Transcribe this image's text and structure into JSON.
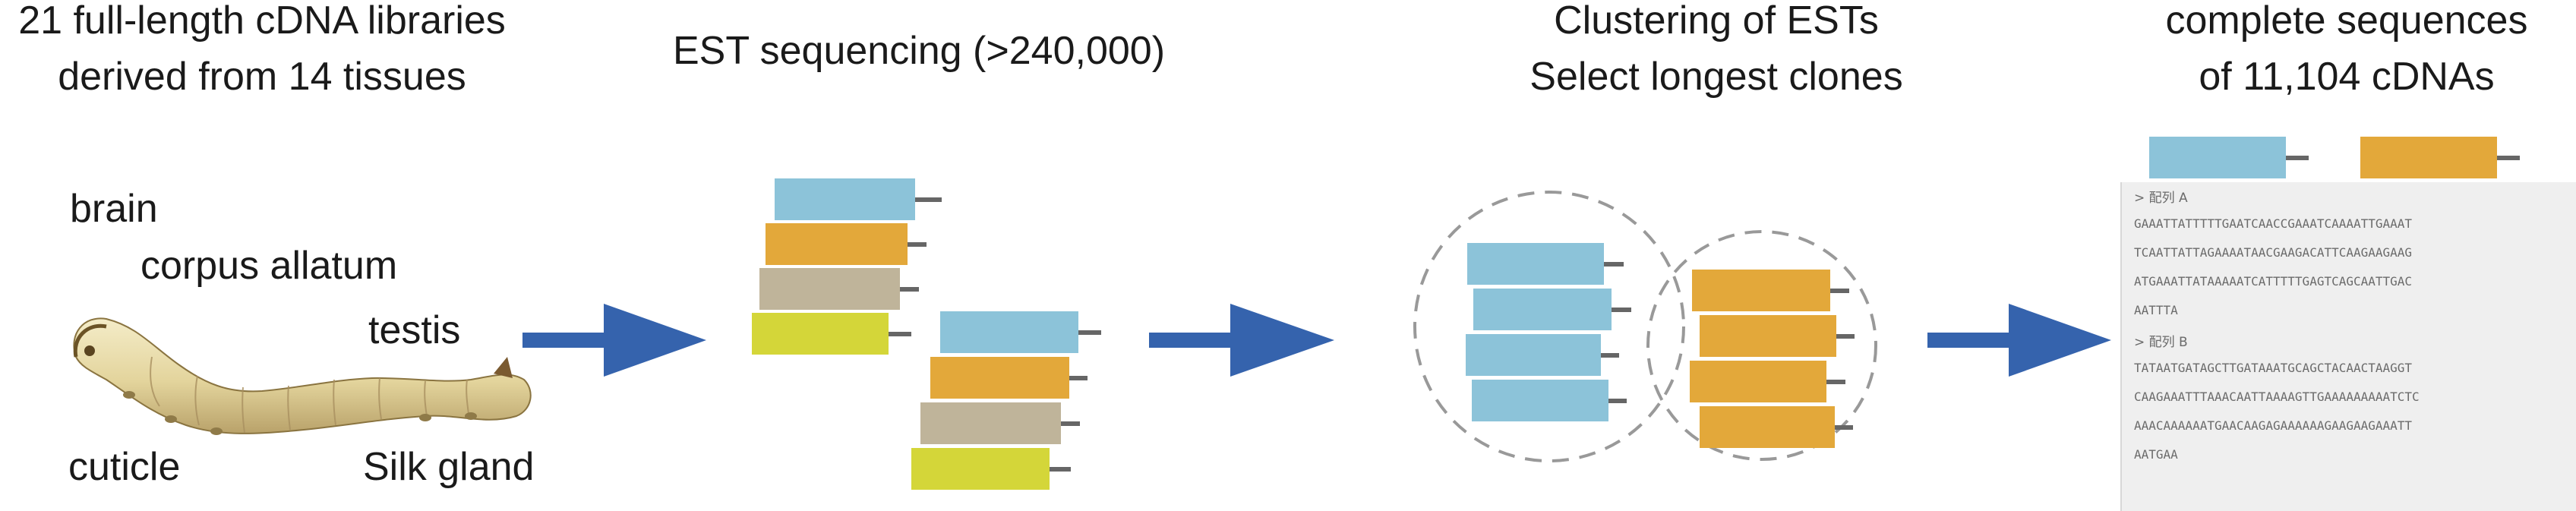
{
  "steps": [
    {
      "title_lines": [
        "21 full-length cDNA libraries",
        "derived from 14 tissues"
      ]
    },
    {
      "title_lines": [
        "EST sequencing (>240,000)"
      ]
    },
    {
      "title_lines": [
        "Clustering of ESTs",
        "Select longest clones"
      ]
    },
    {
      "title_lines": [
        "complete sequences",
        "of 11,104 cDNAs"
      ]
    }
  ],
  "tissues": [
    "brain",
    "corpus allatum",
    "testis",
    "cuticle",
    "Silk gland"
  ],
  "sequences": [
    {
      "header": "> 配列 A",
      "lines": [
        "GAAATTATTTTTGAATCAACCGAAATCAAAATTGAAAT",
        "TCAATTATTAGAAAATAACGAAGACATTCAAGAAGAAG",
        "ATGAAATTATAAAAATCATTTTTGAGTCAGCAATTGAC",
        "AATTTA"
      ]
    },
    {
      "header": "> 配列 B",
      "lines": [
        "TATAATGATAGCTTGATAAATGCAGCTACAACTAAGGT",
        "CAAGAAATTTAAACAATTAAAAGTTGAAAAAAAAATCTC",
        "AAACAAAAAATGAACAAGAGAAAAAAGAAGAAGAAATT",
        "AATGAA"
      ]
    }
  ],
  "colors": {
    "arrow": "#3563ad",
    "clone_blue": "#8cc3d9",
    "clone_orange": "#e3a83a",
    "clone_tan": "#bfb49a",
    "clone_yellow": "#d4d639",
    "tail": "#666666",
    "circle": "#999999",
    "larva": "#e8dcae"
  }
}
